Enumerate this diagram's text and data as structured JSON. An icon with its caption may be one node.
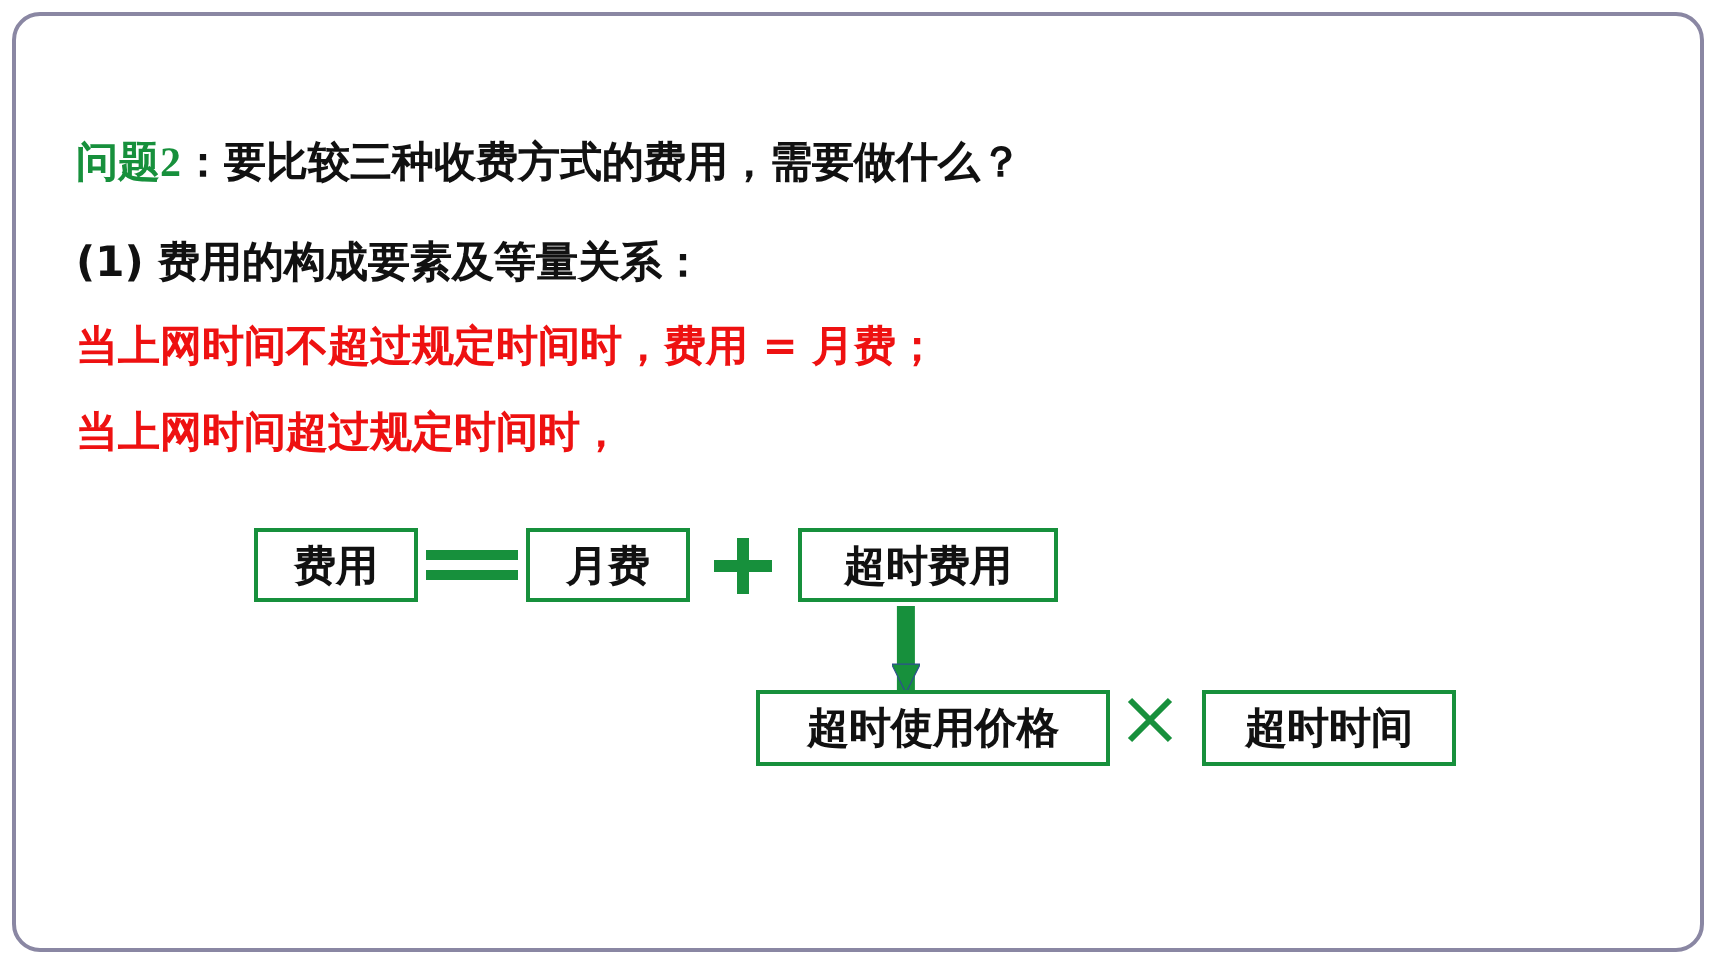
{
  "diagram": {
    "nodes": [
      {
        "text": [
          "费用"
        ]
      },
      {
        "text": [
          "月费"
        ]
      },
      {
        "text": [
          "超时费用"
        ]
      },
      {
        "text": [
          "超时使用价格"
        ]
      },
      {
        "text": [
          "超时时间"
        ]
      }
    ],
    "edges": [
      {
        "from": 2,
        "to": 3,
        "arrow": "to"
      }
    ],
    "labels": [
      "问题2",
      "：要比较三种收费方式的费用，需要做什么？",
      "(1) 费用的构成要素及等量关系：",
      "当上网时间不超过规定时间时，费用 = 月费；",
      "当上网时间超过规定时间时，"
    ]
  }
}
